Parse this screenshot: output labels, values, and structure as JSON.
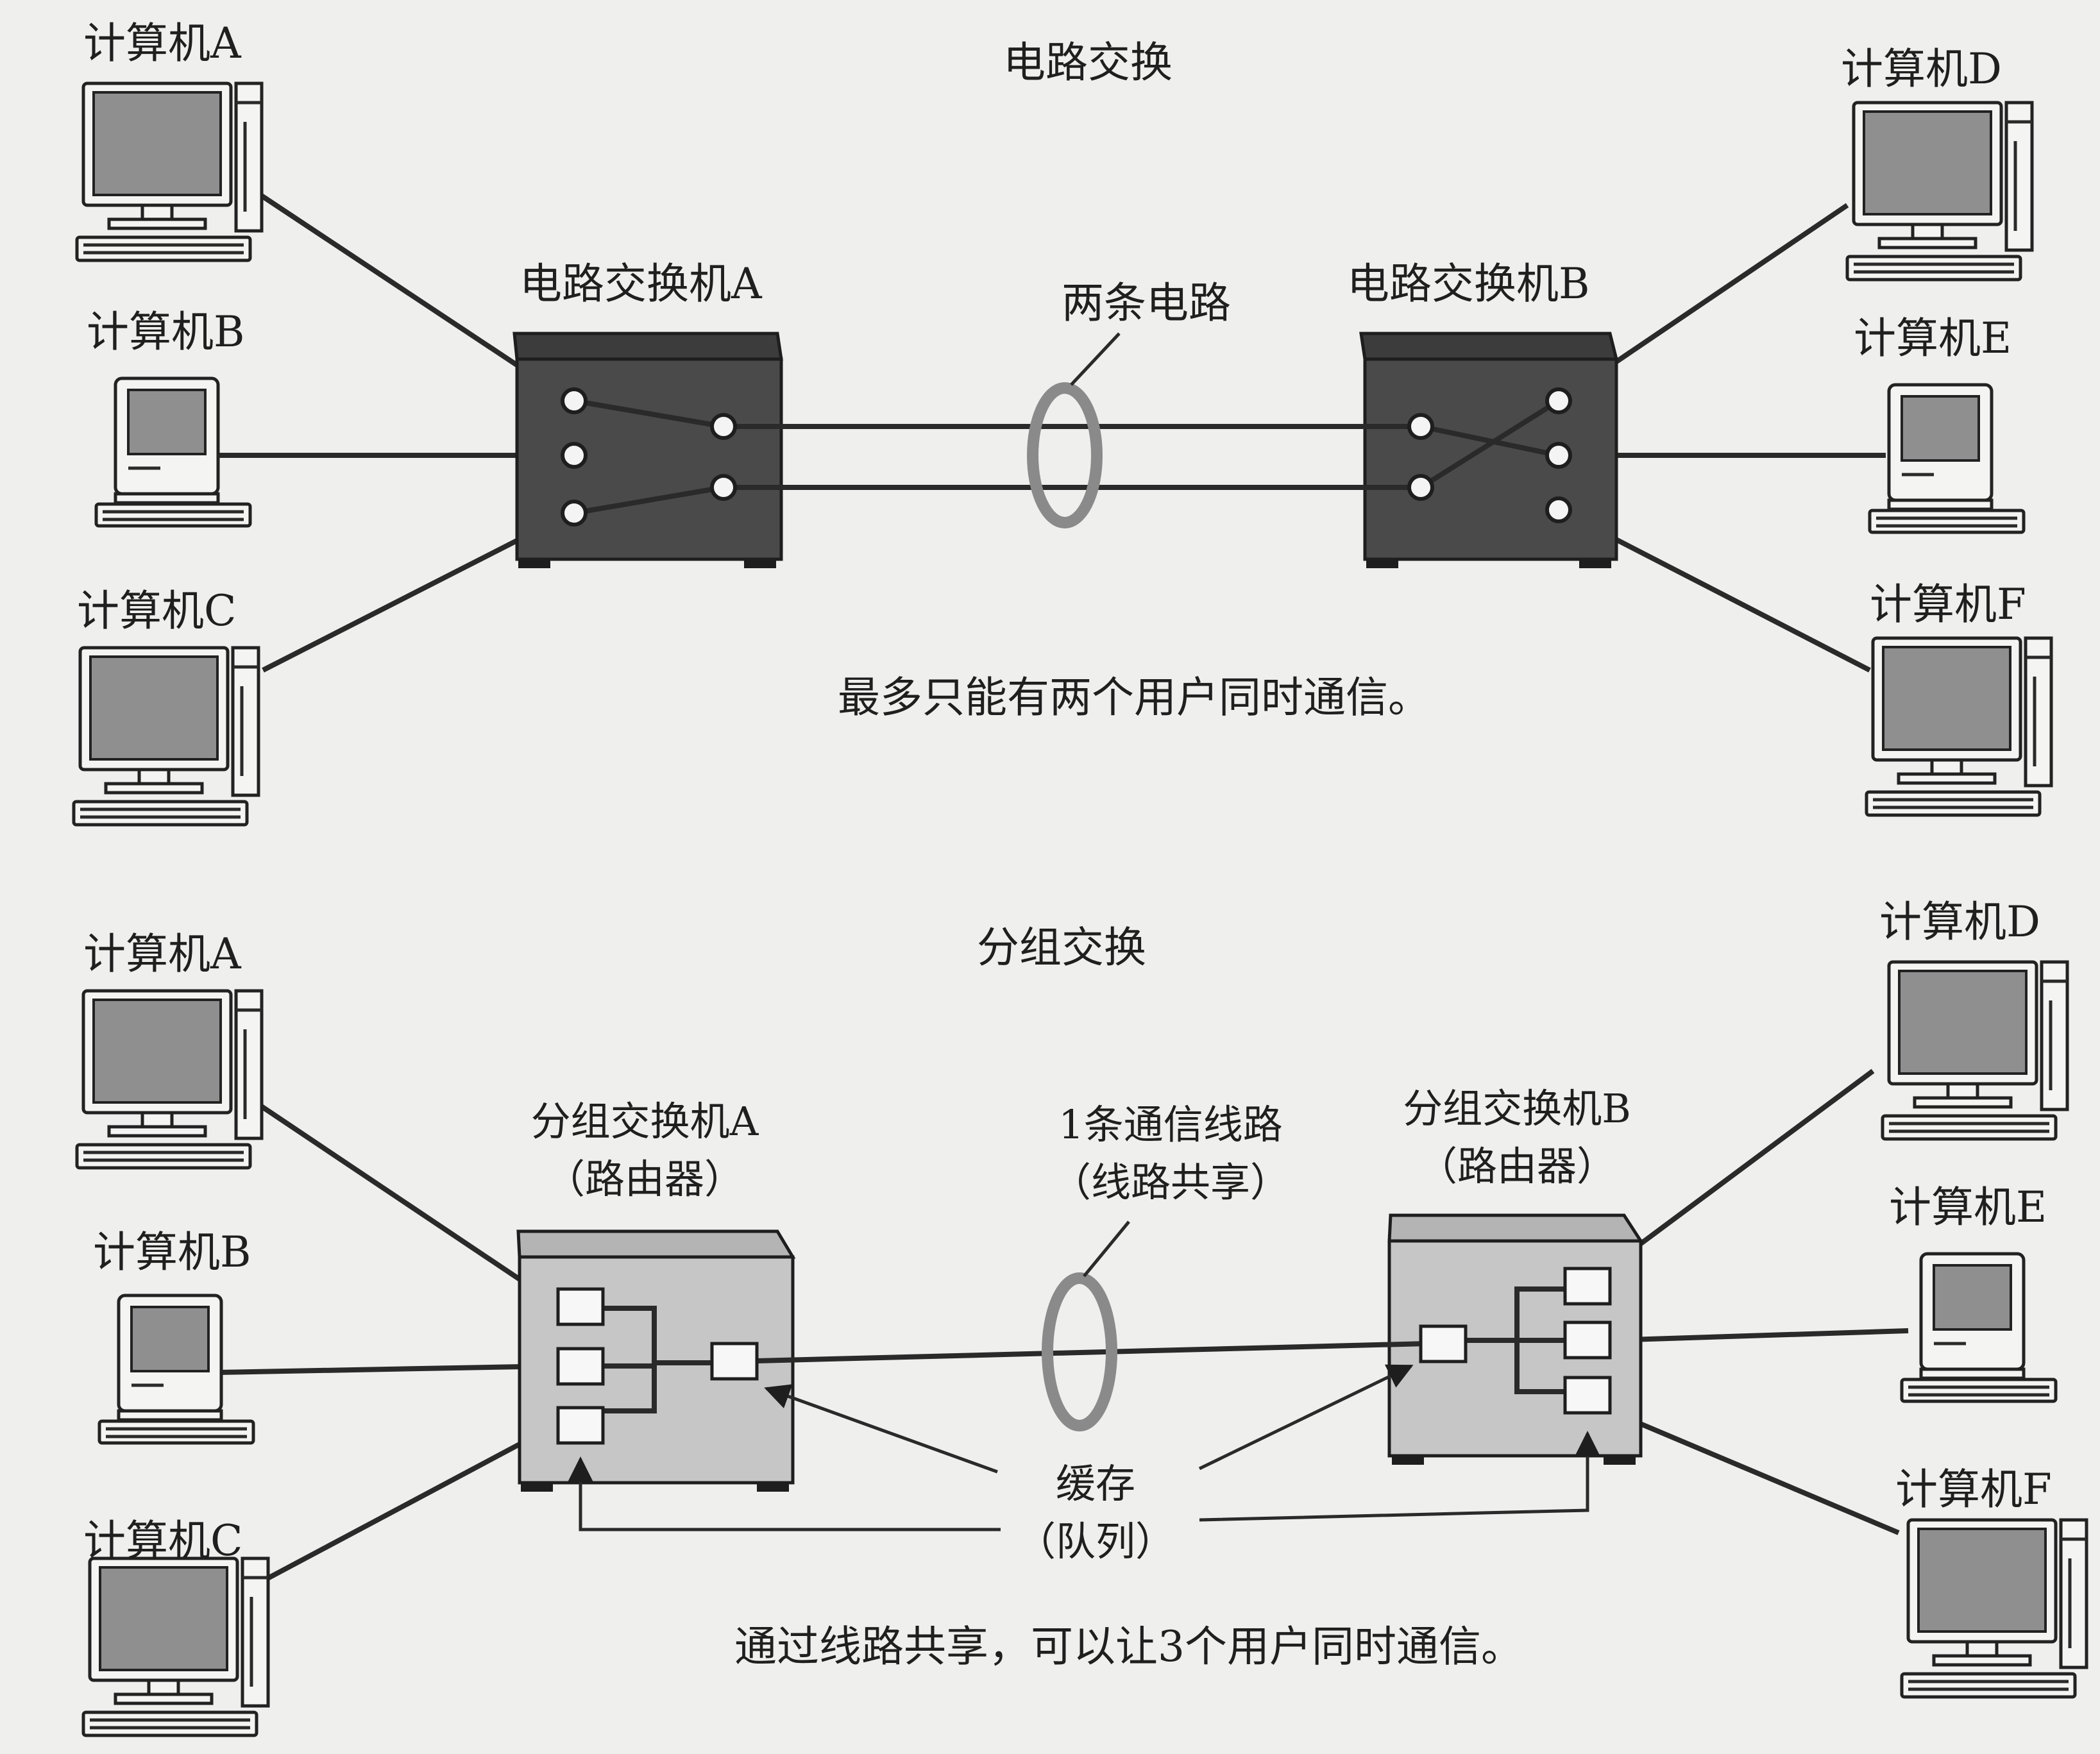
{
  "top": {
    "title": "电路交换",
    "switch_a": "电路交换机A",
    "switch_b": "电路交换机B",
    "circuits_label": "两条电路",
    "note": "最多只能有两个用户同时通信。",
    "computers": {
      "a": "计算机A",
      "b": "计算机B",
      "c": "计算机C",
      "d": "计算机D",
      "e": "计算机E",
      "f": "计算机F"
    }
  },
  "bottom": {
    "title": "分组交换",
    "switch_a_line1": "分组交换机A",
    "switch_a_line2": "（路由器）",
    "switch_b_line1": "分组交换机B",
    "switch_b_line2": "（路由器）",
    "line_label_1": "1条通信线路",
    "line_label_2": "（线路共享）",
    "buffer_label_1": "缓存",
    "buffer_label_2": "（队列）",
    "note": "通过线路共享，可以让3个用户同时通信。",
    "computers": {
      "a": "计算机A",
      "b": "计算机B",
      "c": "计算机C",
      "d": "计算机D",
      "e": "计算机E",
      "f": "计算机F"
    }
  }
}
